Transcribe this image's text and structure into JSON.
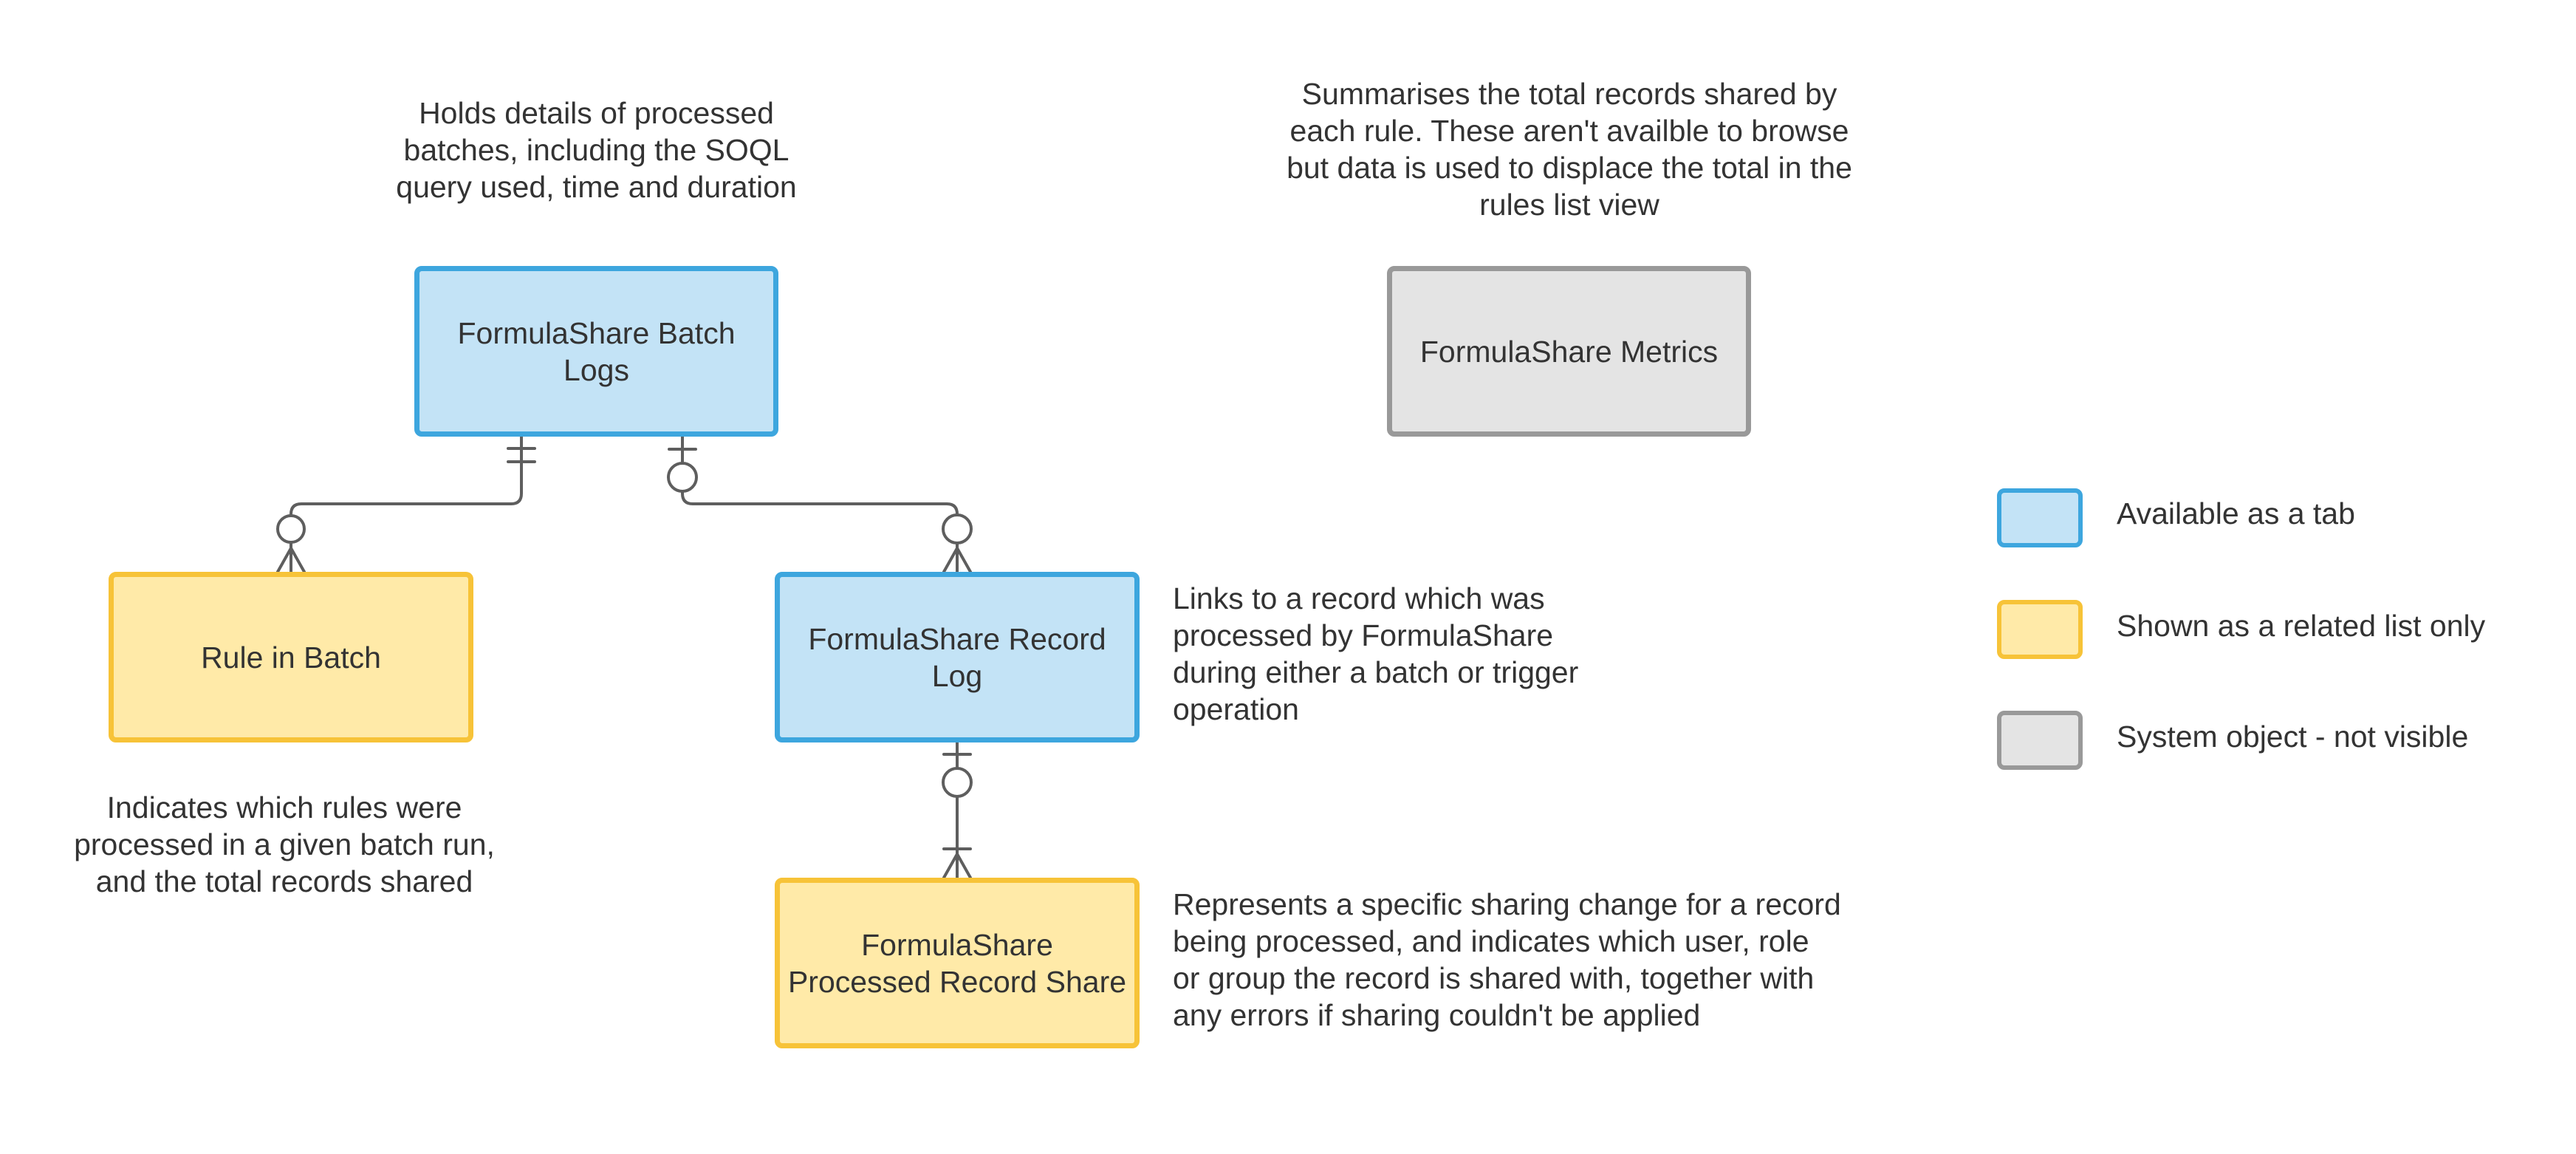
{
  "entities": {
    "batch_logs": {
      "label": "FormulaShare Batch Logs",
      "lines": [
        "FormulaShare Batch",
        "Logs"
      ],
      "category": "tab"
    },
    "metrics": {
      "label": "FormulaShare Metrics",
      "category": "system"
    },
    "rule_in_batch": {
      "label": "Rule in Batch",
      "category": "related"
    },
    "record_log": {
      "label": "FormulaShare Record Log",
      "lines": [
        "FormulaShare Record",
        "Log"
      ],
      "category": "tab"
    },
    "processed_share": {
      "label": "FormulaShare Processed Record Share",
      "lines": [
        "FormulaShare",
        "Processed Record Share"
      ],
      "category": "related"
    }
  },
  "notes": {
    "batch_logs": [
      "Holds details of processed",
      "batches, including the SOQL",
      "query used, time and duration"
    ],
    "metrics": [
      "Summarises the total records shared by",
      "each rule. These aren't availble to browse",
      "but data is used to displace the total in the",
      "rules list view"
    ],
    "rule_in_batch": [
      "Indicates which rules were",
      "processed in a given batch run,",
      "and the total records shared"
    ],
    "record_log": [
      "Links to a record which was",
      "processed by FormulaShare",
      "during either a batch or trigger",
      "operation"
    ],
    "processed_share": [
      "Represents a specific sharing change for a record",
      "being processed, and indicates which user, role",
      "or group the record is shared with, together with",
      "any errors if sharing couldn't be applied"
    ]
  },
  "relationships": [
    {
      "from": "batch_logs",
      "to": "rule_in_batch",
      "from_cardinality": "exactly one",
      "to_cardinality": "zero or many"
    },
    {
      "from": "batch_logs",
      "to": "record_log",
      "from_cardinality": "zero or one",
      "to_cardinality": "zero or many"
    },
    {
      "from": "record_log",
      "to": "processed_share",
      "from_cardinality": "zero or one",
      "to_cardinality": "one or many"
    }
  ],
  "legend": [
    {
      "label": "Available as a tab",
      "category": "tab"
    },
    {
      "label": "Shown as a related list only",
      "category": "related"
    },
    {
      "label": "System object - not visible",
      "category": "system"
    }
  ],
  "colors": {
    "tab_fill": "#c3e3f6",
    "tab_border": "#3da6de",
    "related_fill": "#ffeaa8",
    "related_border": "#f7c338",
    "system_fill": "#e4e4e4",
    "system_border": "#999999",
    "connector": "#5e5e5e",
    "text": "#333333"
  }
}
